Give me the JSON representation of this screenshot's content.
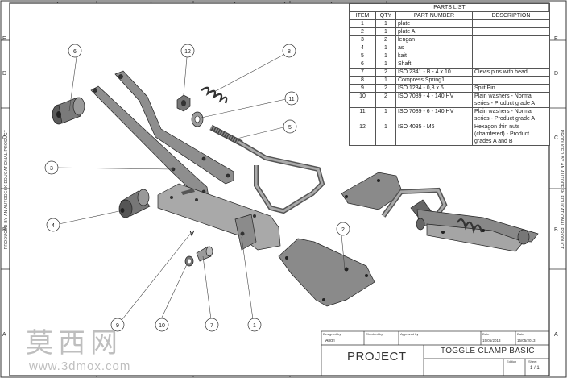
{
  "side_text": {
    "left": "PRODUCED BY AN AUTODESK EDUCATIONAL PRODUCT",
    "right": "PRODUCED BY AN AUTODESK EDUCATIONAL PRODUCT"
  },
  "grid_letters": [
    "E",
    "D",
    "C",
    "B",
    "A"
  ],
  "parts_list": {
    "caption": "PARTS LIST",
    "headers": [
      "ITEM",
      "QTY",
      "PART NUMBER",
      "DESCRIPTION"
    ],
    "rows": [
      [
        "1",
        "1",
        "plate",
        ""
      ],
      [
        "2",
        "1",
        "plate A",
        ""
      ],
      [
        "3",
        "2",
        "lengan",
        ""
      ],
      [
        "4",
        "1",
        "as",
        ""
      ],
      [
        "5",
        "1",
        "kait",
        ""
      ],
      [
        "6",
        "1",
        "Shaft",
        ""
      ],
      [
        "7",
        "2",
        "ISO 2341 - B - 4 x 10",
        "Clevis pins with head"
      ],
      [
        "8",
        "1",
        "Compress Spring1",
        ""
      ],
      [
        "9",
        "2",
        "ISO 1234 - 0,8 x 6",
        "Split Pin"
      ],
      [
        "10",
        "2",
        "ISO 7089 - 4 - 140 HV",
        "Plain washers - Normal series - Product grade A"
      ],
      [
        "11",
        "1",
        "ISO 7089 - 6 - 140 HV",
        "Plain washers - Normal series - Product grade A"
      ],
      [
        "12",
        "1",
        "ISO 4035 - M6",
        "Hexagon thin nuts (chamfered) - Product grades A and B"
      ]
    ]
  },
  "balloons": [
    "6",
    "12",
    "8",
    "11",
    "5",
    "3",
    "4",
    "2",
    "9",
    "10",
    "7",
    "1"
  ],
  "title_block": {
    "designed_by_label": "Designed by",
    "designed_by": "Andri",
    "checked_by_label": "Checked by",
    "approved_by_label": "Approved by",
    "date_label": "Date",
    "date_top": "15/05/2013",
    "date_label2": "Date",
    "date_value2": "15/05/2013",
    "project": "PROJECT",
    "title": "TOGGLE CLAMP BASIC",
    "edition_label": "Edition",
    "sheet_label": "Sheet",
    "sheet": "1 / 1"
  },
  "watermark": {
    "chinese": "莫西网",
    "url": "www.3dmox.com"
  }
}
